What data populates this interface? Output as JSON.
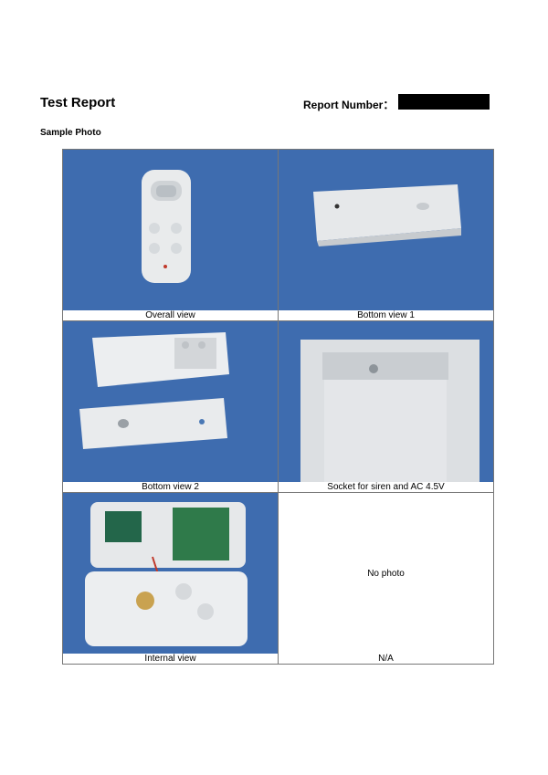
{
  "header": {
    "title": "Test Report",
    "report_number_label": "Report  Number："
  },
  "section": {
    "label": "Sample Photo"
  },
  "photos": [
    {
      "caption": "Overall view"
    },
    {
      "caption": "Bottom view 1"
    },
    {
      "caption": "Bottom view 2"
    },
    {
      "caption": "Socket for siren and AC 4.5V"
    },
    {
      "caption": "Internal view"
    },
    {
      "caption": "N/A",
      "placeholder": "No photo"
    }
  ]
}
